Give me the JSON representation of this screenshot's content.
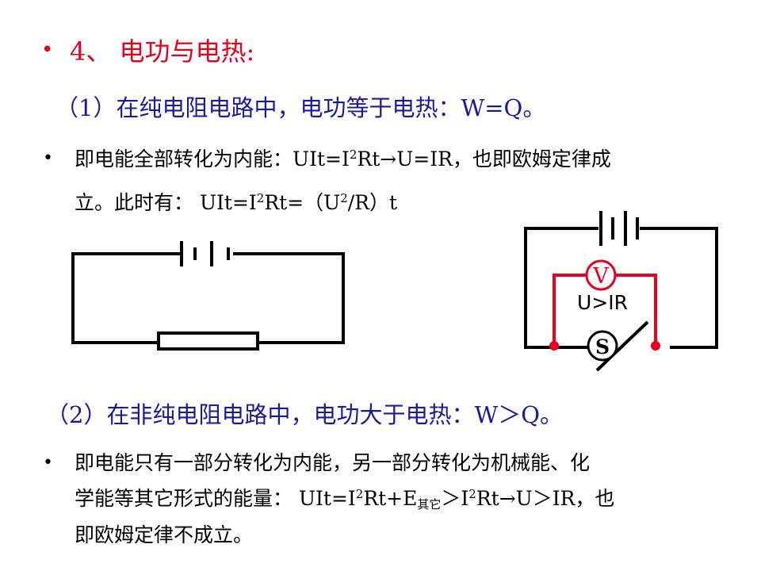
{
  "heading": {
    "bullet": "•",
    "text": "4、 电功与电热:"
  },
  "section1": {
    "title": "（1）在纯电阻电路中，电功等于电热：W=Q。",
    "bullet": "•",
    "line1": {
      "a": "即电能全部转化为内能：UIt=I",
      "sup": "2",
      "b": "Rt→U=IR，也即欧姆定律成"
    },
    "line2": {
      "a": "立。此时有： UIt=I",
      "sup1": "2",
      "b": "Rt=（U",
      "sup2": "2",
      "c": "/R）t"
    }
  },
  "circuit2": {
    "voltmeter_label": "V",
    "relation_label": "U>IR",
    "switch_label": "S"
  },
  "section2": {
    "title": "（2）在非纯电阻电路中，电功大于电热：W＞Q。",
    "bullet": "•",
    "line1": "即电能只有一部分转化为内能，另一部分转化为机械能、化",
    "line2": {
      "a": "学能等其它形式的能量： UIt=I",
      "sup1": "2",
      "b": "Rt+E",
      "sub": "其它",
      "c": "＞I",
      "sup2": "2",
      "d": "Rt→U＞IR，也"
    },
    "line3": "即欧姆定律不成立。"
  },
  "colors": {
    "heading": "#e8001c",
    "subtitle": "#1a1a9e",
    "body": "#000000",
    "wire_red": "#e8001c"
  }
}
